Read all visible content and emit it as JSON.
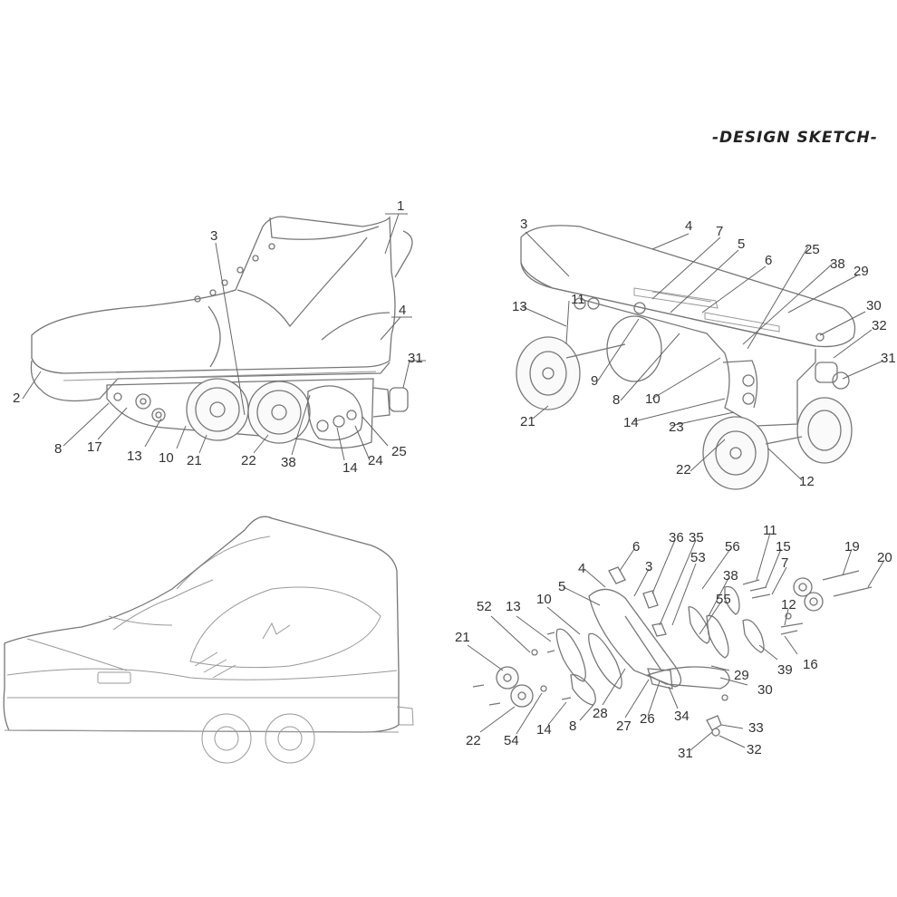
{
  "title": "-DESIGN SKETCH-",
  "views": {
    "side": {
      "labels": [
        "1",
        "3",
        "4",
        "31",
        "2",
        "8",
        "17",
        "13",
        "10",
        "21",
        "22",
        "38",
        "14",
        "24",
        "25"
      ]
    },
    "perspective": {
      "labels": [
        "3",
        "4",
        "7",
        "5",
        "6",
        "25",
        "38",
        "29",
        "30",
        "32",
        "31",
        "13",
        "11",
        "9",
        "8",
        "10",
        "14",
        "23",
        "21",
        "22",
        "12"
      ]
    },
    "exploded": {
      "labels": [
        "6",
        "36",
        "35",
        "56",
        "11",
        "15",
        "19",
        "20",
        "4",
        "3",
        "53",
        "7",
        "5",
        "38",
        "55",
        "12",
        "52",
        "13",
        "10",
        "16",
        "21",
        "39",
        "29",
        "30",
        "28",
        "27",
        "26",
        "34",
        "33",
        "22",
        "54",
        "14",
        "8",
        "31",
        "32"
      ]
    }
  },
  "colors": {
    "line": "#777777",
    "text": "#333333",
    "background": "#ffffff"
  }
}
